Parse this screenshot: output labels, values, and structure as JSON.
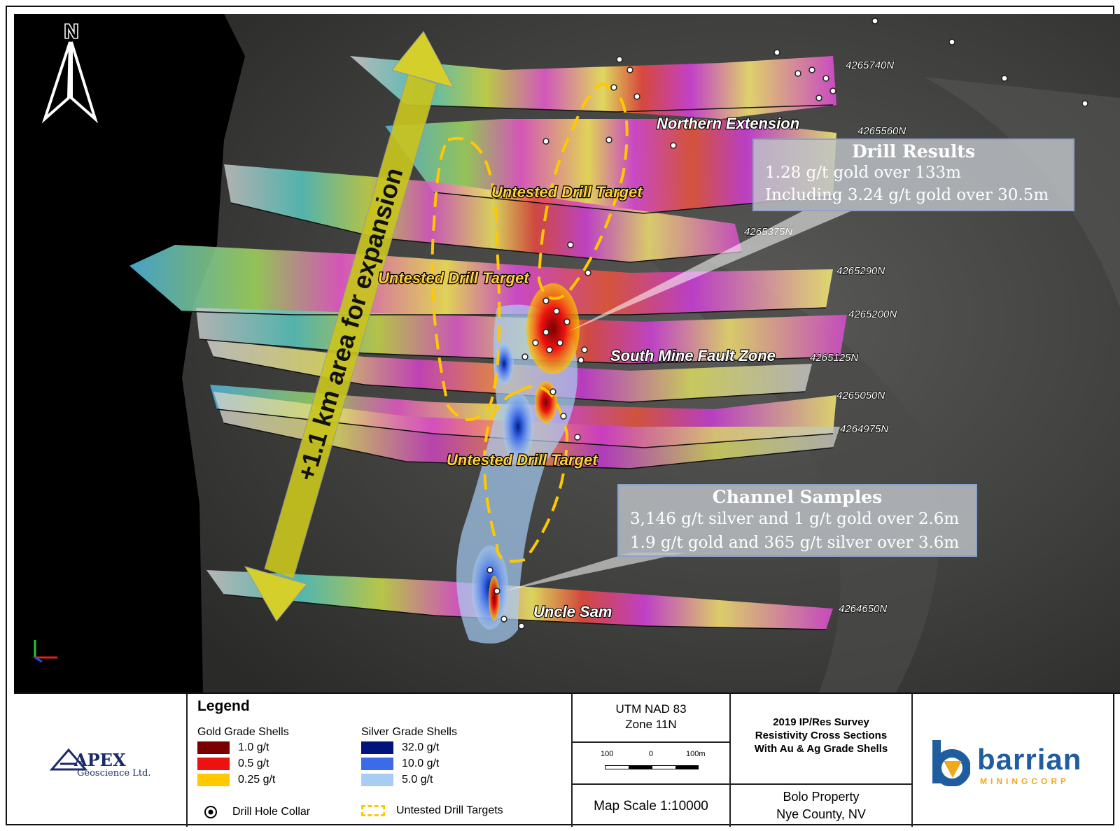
{
  "map": {
    "north_label": "N",
    "northings": [
      "4265740N",
      "4265560N",
      "4265375N",
      "4265290N",
      "4265200N",
      "4265125N",
      "4265050N",
      "4264975N",
      "4264650N"
    ],
    "zone_labels": {
      "northern_extension": "Northern Extension",
      "south_mine_fault_zone": "South Mine Fault Zone",
      "uncle_sam": "Uncle Sam"
    },
    "targets": [
      "Untested Drill Target",
      "Untested Drill Target",
      "Untested Drill Target"
    ],
    "expansion_label": "+1.1 km area for expansion"
  },
  "drill_results": {
    "title": "Drill Results",
    "lines": [
      "1.28 g/t gold over 133m",
      "Including 3.24 g/t gold over 30.5m"
    ]
  },
  "channel_samples": {
    "title": "Channel Samples",
    "lines": [
      "3,146  g/t silver and 1 g/t gold over 2.6m",
      "1.9 g/t gold and 365  g/t silver over 3.6m"
    ]
  },
  "footer": {
    "logo_left": {
      "main": "APEX",
      "sub": "Geoscience Ltd."
    },
    "legend": {
      "title": "Legend",
      "gold_header": "Gold Grade Shells",
      "gold_items": [
        {
          "label": "1.0 g/t",
          "color": "#7a0000"
        },
        {
          "label": "0.5 g/t",
          "color": "#ee1111"
        },
        {
          "label": "0.25 g/t",
          "color": "#ffc800"
        }
      ],
      "silver_header": "Silver Grade Shells",
      "silver_items": [
        {
          "label": "32.0 g/t",
          "color": "#00147a"
        },
        {
          "label": "10.0 g/t",
          "color": "#3c6ae8"
        },
        {
          "label": "5.0 g/t",
          "color": "#a7cdf5"
        }
      ],
      "collar_label": "Drill Hole Collar",
      "targets_label": "Untested Drill Targets"
    },
    "projection": {
      "line1": "UTM NAD 83",
      "line2": "Zone 11N"
    },
    "scalebar": {
      "left": "100",
      "mid": "0",
      "right": "100m"
    },
    "map_scale": "Map Scale 1:10000",
    "survey": {
      "line1": "2019 IP/Res Survey",
      "line2": "Resistivity Cross Sections",
      "line3": "With Au & Ag Grade Shells"
    },
    "property": {
      "line1": "Bolo Property",
      "line2": "Nye County, NV"
    },
    "logo_right": {
      "main": "barrian",
      "sub": "MININGCORP"
    }
  }
}
